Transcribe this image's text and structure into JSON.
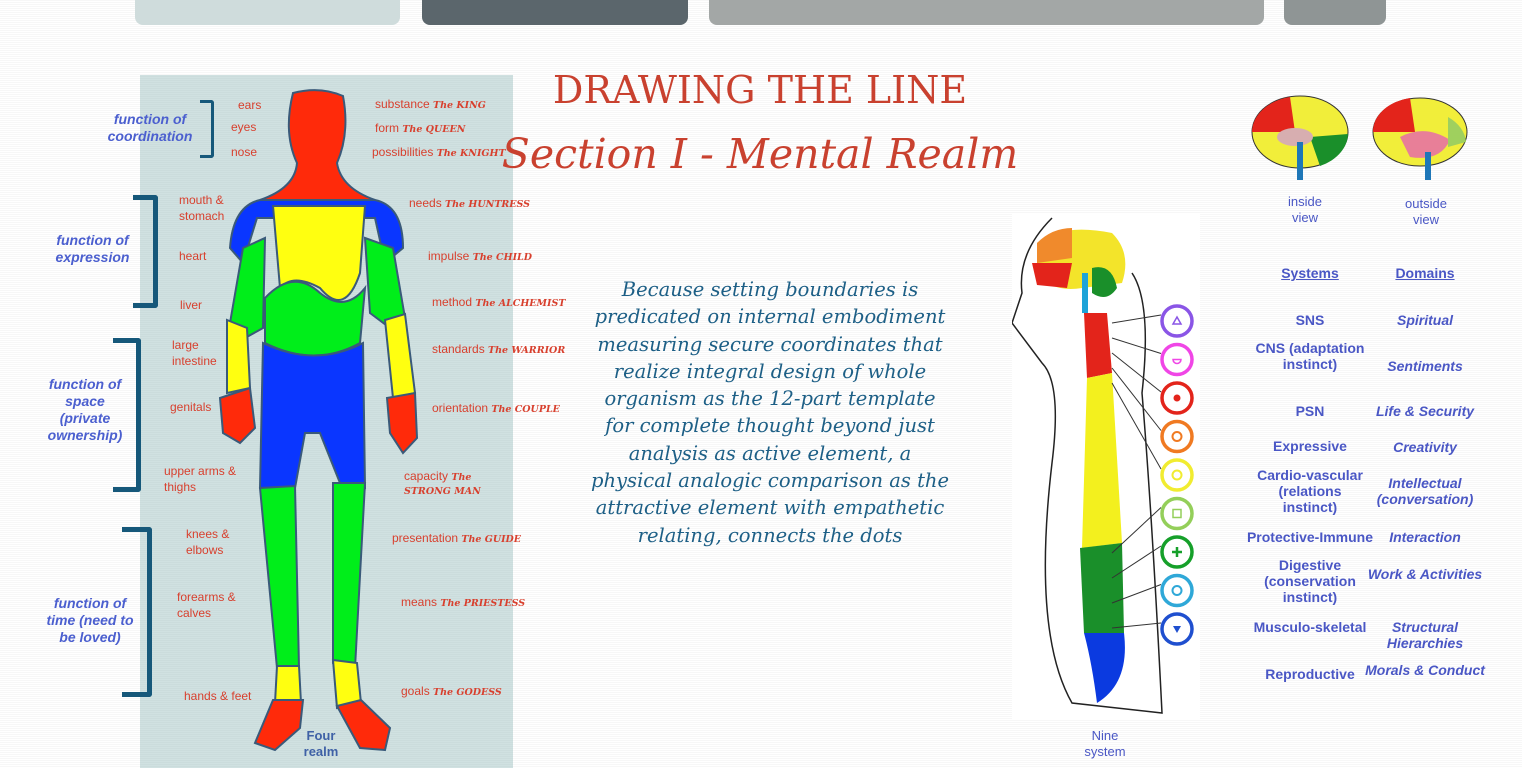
{
  "title": "DRAWING THE LINE",
  "subtitle": "Section I - Mental Realm",
  "paragraph": "Because setting boundaries is predicated on internal embodiment measuring secure coordinates that realize integral design of whole organism as the 12-part template for complete thought beyond just analysis as active element, a physical analogic comparison as the attractive element with empathetic relating, connects the dots",
  "functions": [
    "function of coordination",
    "function  of expression",
    "function of space (private ownership)",
    "function of time (need to be loved)"
  ],
  "parts": [
    "ears",
    "eyes",
    "nose",
    "mouth & stomach",
    "heart",
    "liver",
    "large intestine",
    "genitals",
    "upper arms & thighs",
    "knees & elbows",
    "forearms & calves",
    "hands & feet"
  ],
  "roles": [
    {
      "word": "substance",
      "role": "The KING"
    },
    {
      "word": "form",
      "role": "The QUEEN"
    },
    {
      "word": "possibilities",
      "role": "The KNIGHT"
    },
    {
      "word": "needs",
      "role": "The HUNTRESS"
    },
    {
      "word": "impulse",
      "role": "The CHILD"
    },
    {
      "word": "method",
      "role": "The ALCHEMIST"
    },
    {
      "word": "standards",
      "role": "The WARRIOR"
    },
    {
      "word": "orientation",
      "role": "The COUPLE"
    },
    {
      "word": "capacity",
      "role": "The STRONG MAN"
    },
    {
      "word": "presentation",
      "role": "The GUIDE"
    },
    {
      "word": "means",
      "role": "The PRIESTESS"
    },
    {
      "word": "goals",
      "role": "The GODESS"
    }
  ],
  "figure_caption": "Four realm",
  "spine_caption": "Nine system",
  "brain_inside": "inside view",
  "brain_outside": "outside view",
  "systems_header": "Systems",
  "domains_header": "Domains",
  "systems": [
    "SNS",
    "CNS (adaptation instinct)",
    "PSN",
    "Expressive",
    "Cardio-vascular (relations instinct)",
    "Protective-Immune",
    "Digestive (conservation instinct)",
    "Musculo-skeletal",
    "Reproductive"
  ],
  "domains": [
    "Spiritual",
    "Sentiments",
    "Life & Security",
    "Creativity",
    "Intellectual (conversation)",
    "Interaction",
    "Work & Activities",
    "Structural Hierarchies",
    "Morals & Conduct"
  ],
  "chakra_colors": [
    "#8a55e6",
    "#f046e6",
    "#e3241b",
    "#f07a22",
    "#f1ec30",
    "#94cf5a",
    "#16a02a",
    "#2fa8d8",
    "#1f4fcf"
  ],
  "chakra_symbols": [
    "triangle-up",
    "half-circle",
    "dot",
    "ring",
    "ring-small",
    "square",
    "plus",
    "ring",
    "triangle-down"
  ],
  "colors": {
    "title": "#c9412f",
    "accent_blue": "#4a57c5",
    "paragraph": "#1d5f86"
  }
}
